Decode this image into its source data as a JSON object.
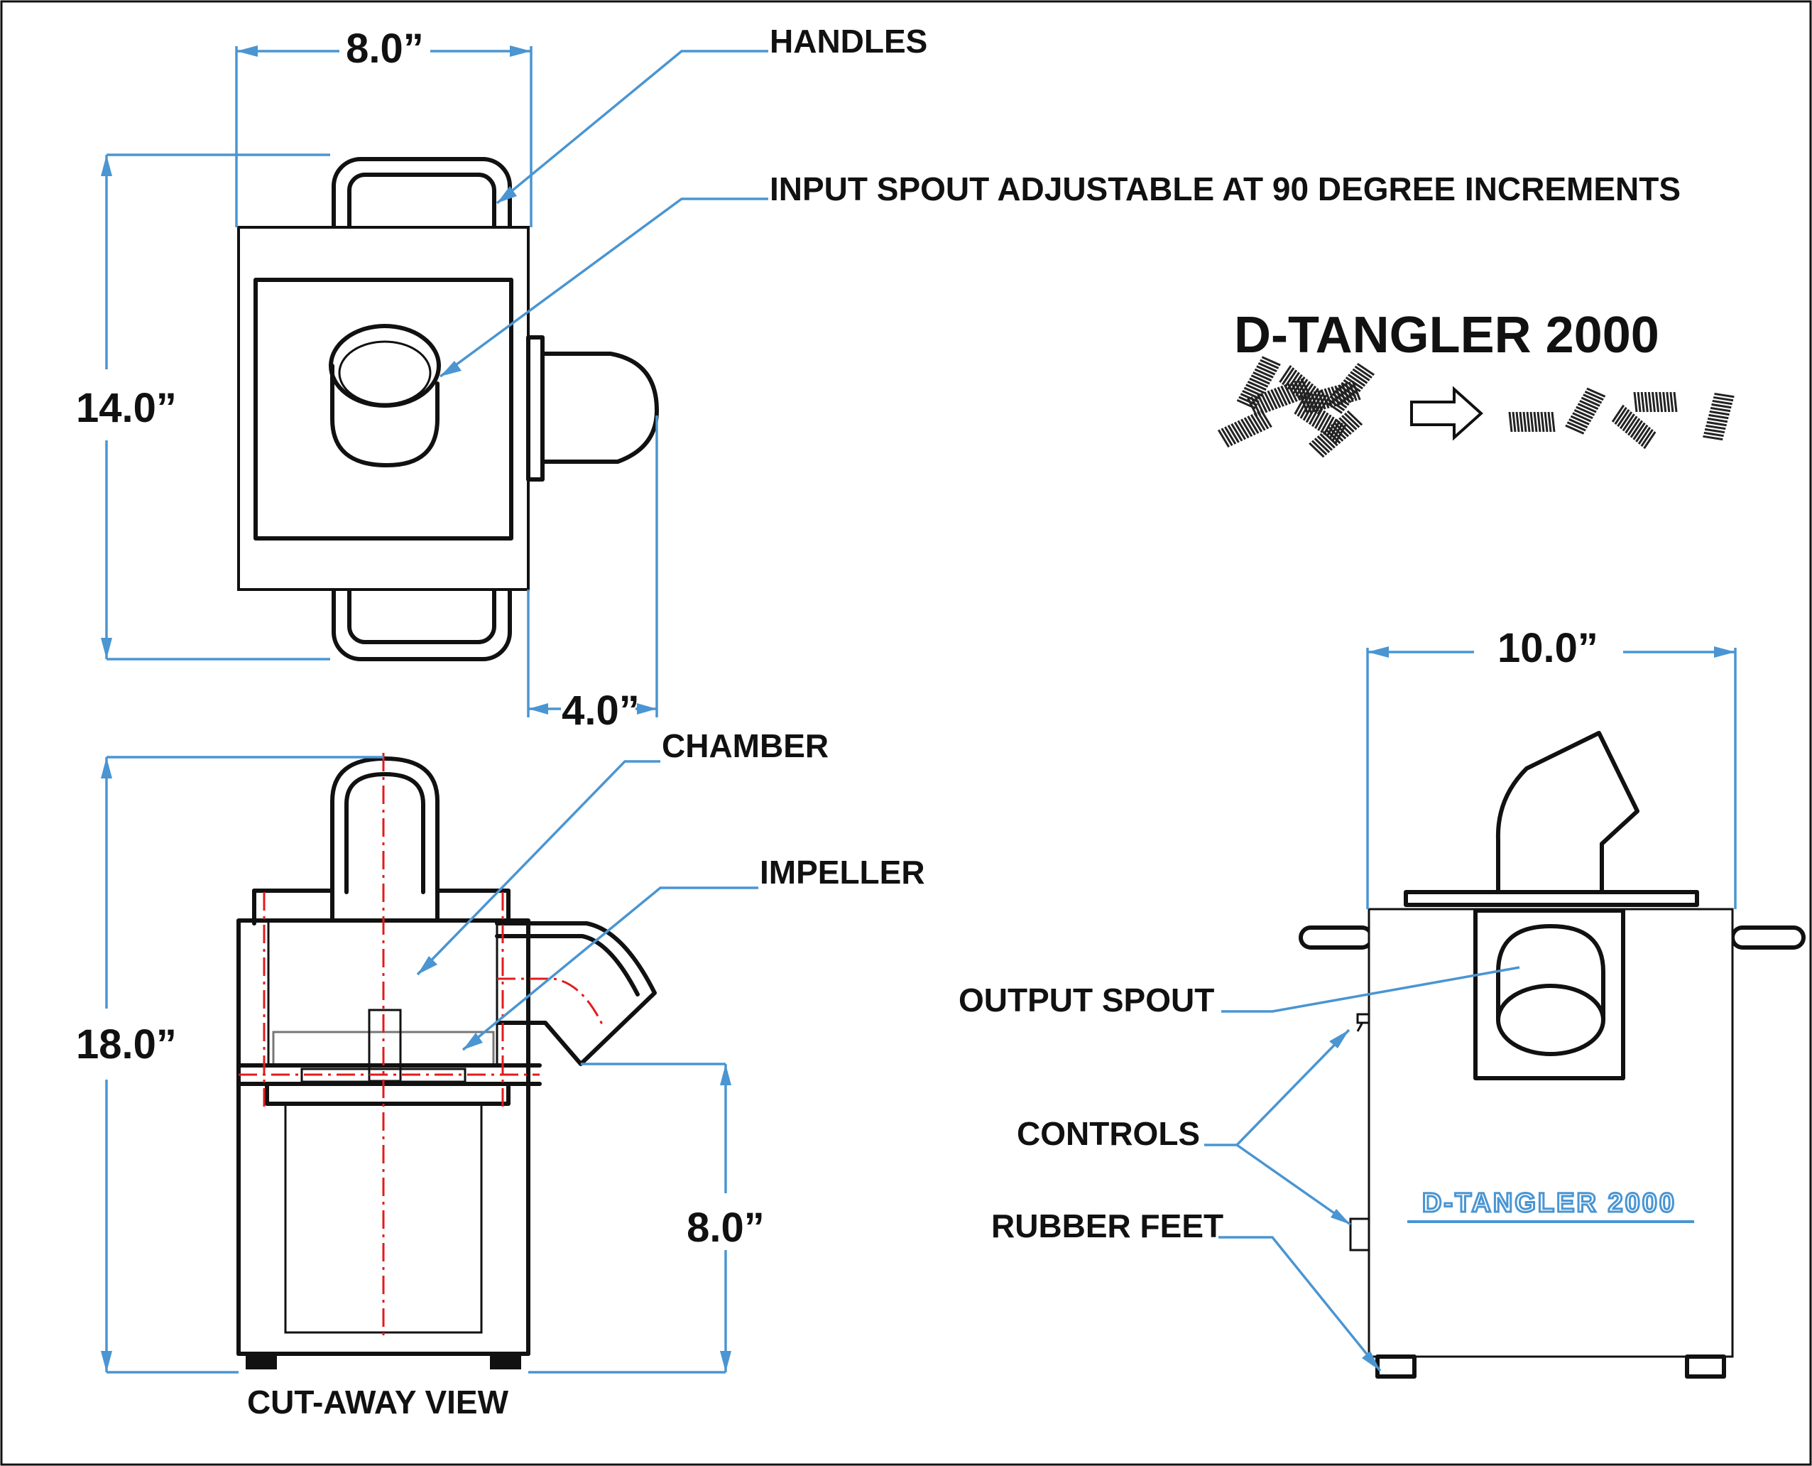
{
  "title": "D-TANGLER 2000",
  "brand_plate": "D-TANGLER 2000",
  "colors": {
    "outline": "#111111",
    "dimension_line": "#4a95d2",
    "centerline": "#e21b1b",
    "background": "#ffffff"
  },
  "callouts": {
    "handles": "HANDLES",
    "input_spout": "INPUT SPOUT ADJUSTABLE AT 90 DEGREE INCREMENTS",
    "chamber": "CHAMBER",
    "impeller": "IMPELLER",
    "output_spout": "OUTPUT SPOUT",
    "controls": "CONTROLS",
    "rubber_feet": "RUBBER FEET"
  },
  "dimensions": {
    "top_width": "8.0”",
    "top_height": "14.0”",
    "spout_depth": "4.0”",
    "cutaway_height": "18.0”",
    "outlet_height": "8.0”",
    "side_width": "10.0”"
  },
  "views": {
    "cutaway_caption": "CUT-AWAY VIEW"
  },
  "icons": {
    "process_arrow": "right-arrow-icon",
    "tangled_springs": "tangled-springs-icon",
    "separated_springs": "separated-springs-icon"
  }
}
